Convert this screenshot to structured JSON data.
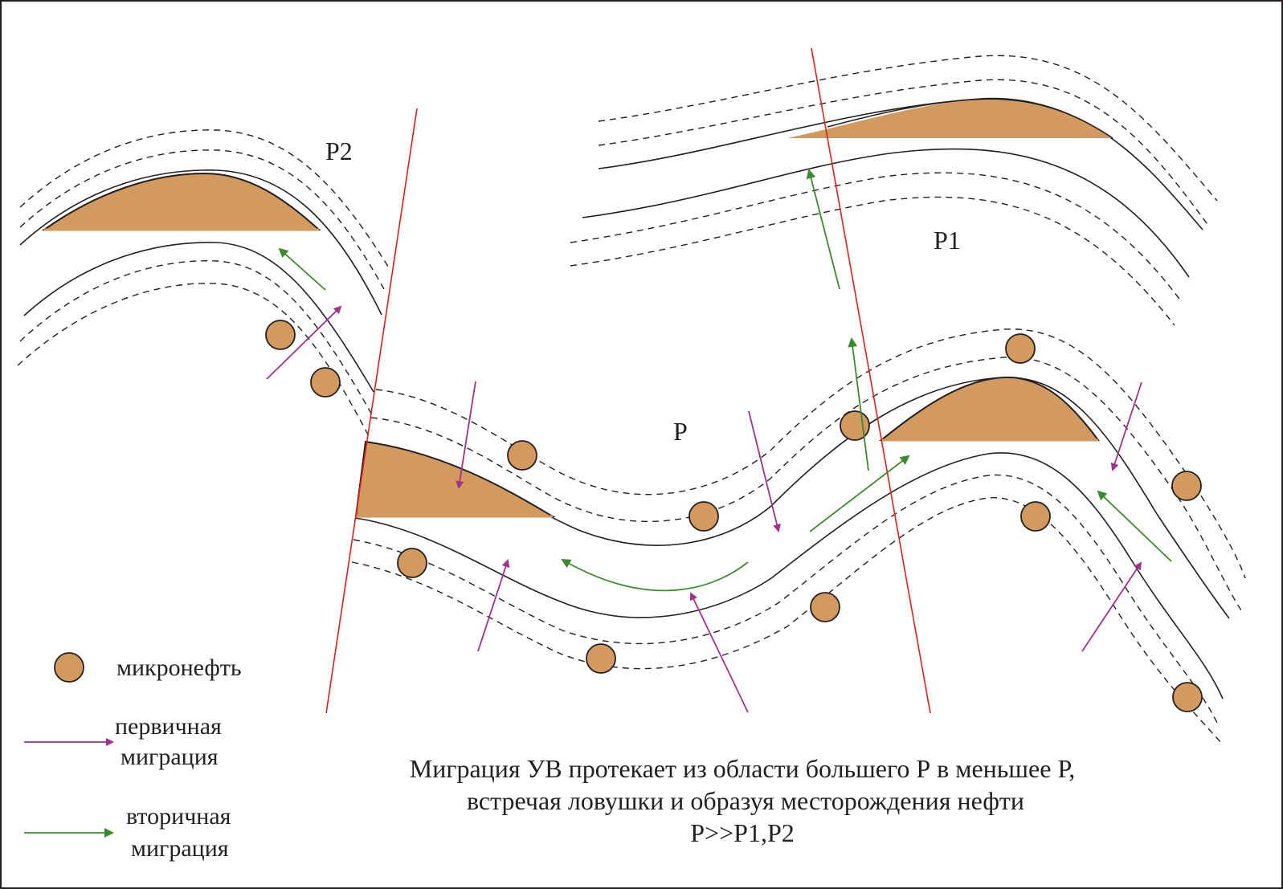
{
  "zones": {
    "p2": "P2",
    "p1": "P1",
    "p": "P"
  },
  "legend": {
    "microoil": "микронефть",
    "primary_line1": "первичная",
    "primary_line2": "миграция",
    "secondary_line1": "вторичная",
    "secondary_line2": "миграция"
  },
  "caption": {
    "line1": "Миграция УВ протекает из области большего Р в меньшее Р,",
    "line2": "встречая ловушки и образуя месторождения нефти",
    "line3": "P>>P1,P2"
  },
  "colors": {
    "oil": "#d39a5f",
    "fault": "#e0201f",
    "primary_migration": "#a23189",
    "secondary_migration": "#3d8a2e",
    "ink": "#231f20"
  }
}
